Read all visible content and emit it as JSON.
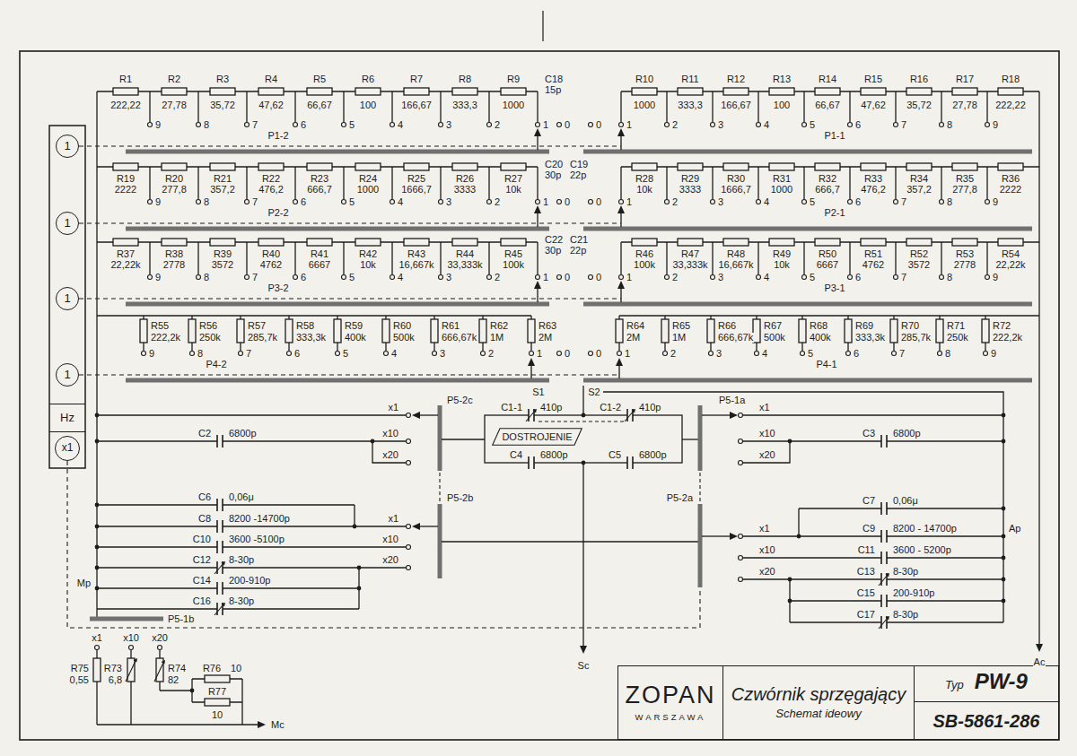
{
  "diagram": {
    "nodes": [
      {
        "text": [
          "1"
        ]
      },
      {
        "text": [
          "1"
        ]
      },
      {
        "text": [
          "1"
        ]
      },
      {
        "text": [
          "1"
        ]
      },
      {
        "text": [
          "Hz"
        ]
      },
      {
        "text": [
          "x1"
        ]
      },
      {
        "text": [
          "DOSTROJENIE"
        ]
      },
      {
        "text": [
          "ZOPAN",
          "WARSZAWA"
        ]
      },
      {
        "text": [
          "Czwórnik sprzęgający",
          "Schemat ideowy"
        ]
      },
      {
        "text": [
          "Typ",
          "PW-9"
        ]
      },
      {
        "text": [
          "SB-5861-286"
        ]
      }
    ],
    "labels": [
      "R1",
      "222,22",
      "R2",
      "27,78",
      "R3",
      "35,72",
      "R4",
      "47,62",
      "R5",
      "66,67",
      "R6",
      "100",
      "R7",
      "166,67",
      "R8",
      "333,3",
      "R9",
      "1000",
      "9",
      "8",
      "7",
      "6",
      "5",
      "4",
      "3",
      "2",
      "1",
      "R10",
      "1000",
      "R11",
      "333,3",
      "R12",
      "166,67",
      "R13",
      "100",
      "R14",
      "66,67",
      "R15",
      "47,62",
      "R16",
      "35,72",
      "R17",
      "27,78",
      "R18",
      "222,22",
      "1",
      "2",
      "3",
      "4",
      "5",
      "6",
      "7",
      "8",
      "9",
      "R19",
      "2222",
      "R20",
      "277,8",
      "R21",
      "357,2",
      "R22",
      "476,2",
      "R23",
      "666,7",
      "R24",
      "1000",
      "R25",
      "1666,7",
      "R26",
      "3333",
      "R27",
      "10k",
      "9",
      "8",
      "7",
      "6",
      "5",
      "4",
      "3",
      "2",
      "1",
      "R28",
      "10k",
      "R29",
      "3333",
      "R30",
      "1666,7",
      "R31",
      "1000",
      "R32",
      "666,7",
      "R33",
      "476,2",
      "R34",
      "357,2",
      "R35",
      "277,8",
      "R36",
      "2222",
      "1",
      "2",
      "3",
      "4",
      "5",
      "6",
      "7",
      "8",
      "9",
      "R37",
      "22,22k",
      "R38",
      "2778",
      "R39",
      "3572",
      "R40",
      "4762",
      "R41",
      "6667",
      "R42",
      "10k",
      "R43",
      "16,667k",
      "R44",
      "33,333k",
      "R45",
      "100k",
      "9",
      "8",
      "7",
      "6",
      "5",
      "4",
      "3",
      "2",
      "1",
      "R46",
      "100k",
      "R47",
      "33,333k",
      "R48",
      "16,667k",
      "R49",
      "10k",
      "R50",
      "6667",
      "R51",
      "4762",
      "R52",
      "3572",
      "R53",
      "2778",
      "R54",
      "22,22k",
      "1",
      "2",
      "3",
      "4",
      "5",
      "6",
      "7",
      "8",
      "9",
      "R55",
      "222,2k",
      "R56",
      "250k",
      "R57",
      "285,7k",
      "R58",
      "333,3k",
      "R59",
      "400k",
      "R60",
      "500k",
      "R61",
      "666,67k",
      "R62",
      "1M",
      "R63",
      "2M",
      "9",
      "8",
      "7",
      "6",
      "5",
      "4",
      "3",
      "2",
      "1",
      "R64",
      "2M",
      "R65",
      "1M",
      "R66",
      "666,67k",
      "R67",
      "500k",
      "R68",
      "400k",
      "R69",
      "333,3k",
      "R70",
      "285,7k",
      "R71",
      "250k",
      "R72",
      "222,2k",
      "1",
      "2",
      "3",
      "4",
      "5",
      "6",
      "7",
      "8",
      "9",
      "0",
      "0",
      "0",
      "0",
      "0",
      "0",
      "0",
      "0",
      "P1-2",
      "P1-1",
      "P2-2",
      "P2-1",
      "P3-2",
      "P3-1",
      "P4-2",
      "P4-1",
      "S1",
      "S2",
      "C18",
      "15p",
      "C20",
      "30p",
      "C19",
      "22p",
      "C22",
      "30p",
      "C21",
      "22p",
      "P5-2c",
      "x1",
      "x10",
      "x20",
      "C2",
      "6800p",
      "C1-1",
      "410p",
      "C1-2",
      "410p",
      "C4",
      "6800p",
      "C5",
      "6800p",
      "P5-1a",
      "x1",
      "x10",
      "x20",
      "C3",
      "6800p",
      "C6",
      "0,06μ",
      "C8",
      "8200 -14700p",
      "C10",
      "3600 -5100p",
      "C12",
      "8-30p",
      "C14",
      "200-910p",
      "C16",
      "8-30p",
      "P5-2b",
      "x1",
      "x10",
      "x20",
      "P5-2a",
      "x1",
      "x10",
      "x20",
      "C7",
      "0,06μ",
      "C9",
      "8200 - 14700p",
      "C11",
      "3600 - 5200p",
      "C13",
      "8-30p",
      "C15",
      "200-910p",
      "C17",
      "8-30p",
      "Ap",
      "Mp",
      "Ac",
      "Sc",
      "P5-1b",
      "x1",
      "x10",
      "x20",
      "R75",
      "0,55",
      "R73",
      "6,8",
      "R74",
      "82",
      "R76",
      "10",
      "R77",
      "10",
      "Mc"
    ]
  }
}
